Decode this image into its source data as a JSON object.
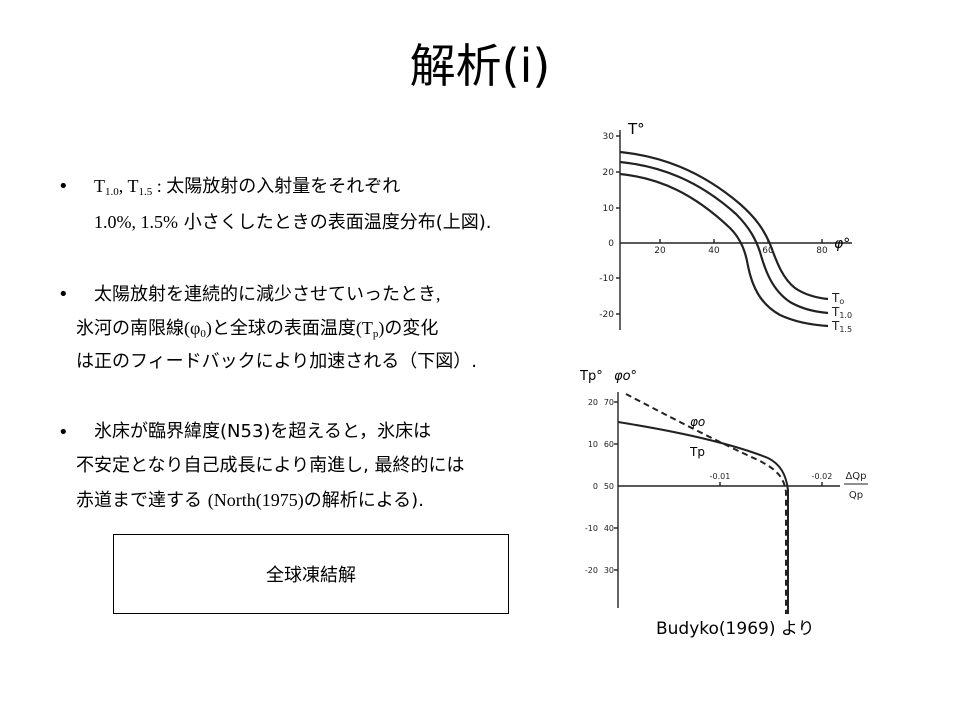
{
  "title": "解析(i)",
  "bullets": [
    {
      "marker": "•",
      "t10_main": "T",
      "t10_sub": "1.0",
      "t15_main": "T",
      "t15_sub": "1.5",
      "sep": ", ",
      "colon": " : ",
      "line1_text": "太陽放射の入射量をそれぞれ",
      "line2_pct": "1.0%, 1.5%",
      "line2_text": " 小さくしたときの表面温度分布",
      "line2_end": "(上図)."
    },
    {
      "marker": "•",
      "line1": "太陽放射を連続的に減少させていったとき",
      "line1_end": ",",
      "line2_a": "氷河の南限線",
      "line2_phi_open": "(φ",
      "line2_phi_sub": "0",
      "line2_phi_close": ")",
      "line2_b": "と全球の表面温度",
      "line2_tp_open": "(T",
      "line2_tp_sub": "p",
      "line2_tp_close": ")",
      "line2_c": "の変化",
      "line3": "は正のフィードバックにより加速される（下図）."
    },
    {
      "marker": "•",
      "line1": "氷床が臨界緯度(N53)を超えると，氷床は",
      "line2": "不安定となり自己成長により南進し, 最終的には",
      "line3_a": "赤道まで達する ",
      "line3_ref": "(North(1975)",
      "line3_b": "の解析による)."
    }
  ],
  "box_label": "全球凍結解",
  "credit": "Budyko(1969) より",
  "figures": {
    "top": {
      "y_axis_label": "T°",
      "x_axis_label": "φ°",
      "y_ticks": [
        "30",
        "20",
        "10",
        "0",
        "-10",
        "-20"
      ],
      "x_ticks": [
        "20",
        "40",
        "60",
        "80"
      ],
      "curve_labels": [
        {
          "main": "T",
          "sub": "o"
        },
        {
          "main": "T",
          "sub": "1.0"
        },
        {
          "main": "T",
          "sub": "1.5"
        }
      ]
    },
    "bottom": {
      "y_axis_label_tp": "Tp°",
      "y_axis_label_phi": "φo°",
      "y_ticks_left": [
        "20",
        "10",
        "0",
        "-10",
        "-20"
      ],
      "y_ticks_right": [
        "70",
        "60",
        "50",
        "40",
        "30"
      ],
      "x_ticks": [
        "-0.01",
        "-0.02"
      ],
      "x_label_num": "ΔQp",
      "x_label_den": "Qp",
      "curve_label_phi": "φo",
      "curve_label_tp": "Tp"
    }
  }
}
